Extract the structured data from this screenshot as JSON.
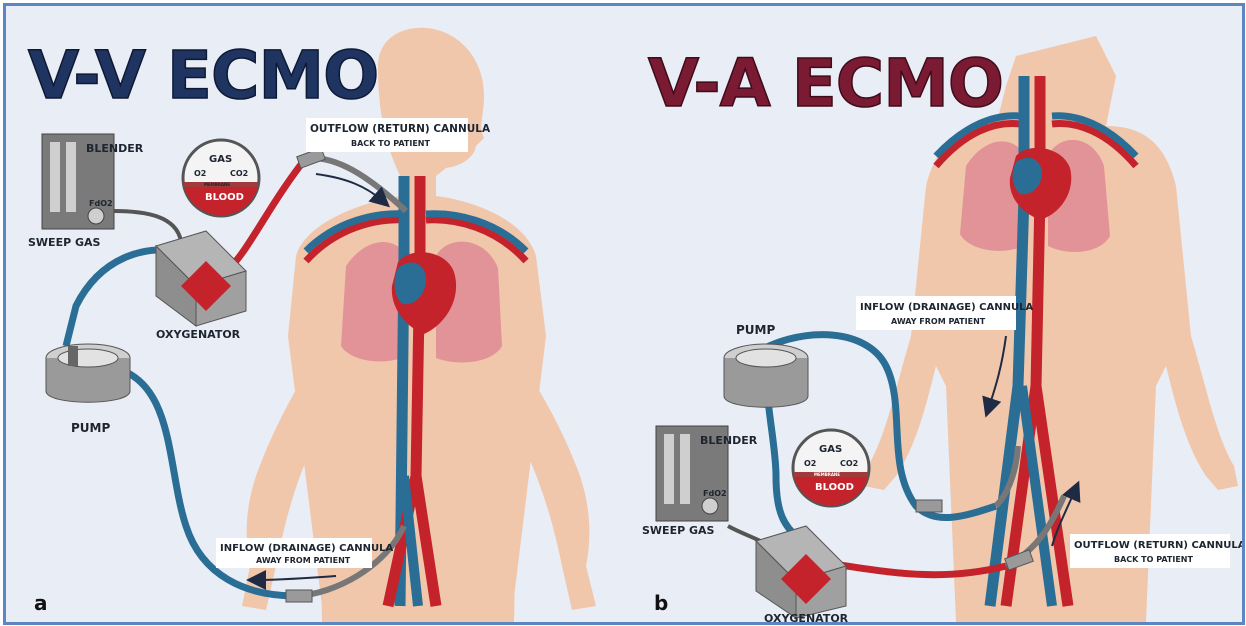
{
  "panel_a": {
    "title": "V-V ECMO",
    "tag": "a",
    "outflow_label": "OUTFLOW (RETURN) CANNULA",
    "outflow_sub": "BACK TO PATIENT",
    "inflow_label": "INFLOW (DRAINAGE) CANNULA",
    "inflow_sub": "AWAY FROM PATIENT",
    "blender": "BLENDER",
    "sweep_gas": "SWEEP GAS",
    "fio2": "FdO2",
    "oxygenator": "OXYGENATOR",
    "pump": "PUMP",
    "gas": "GAS",
    "o2": "O2",
    "co2": "CO2",
    "blood": "BLOOD",
    "membrane": "MEMBRANE"
  },
  "panel_b": {
    "title": "V-A ECMO",
    "tag": "b",
    "inflow_label": "INFLOW (DRAINAGE) CANNULA",
    "inflow_sub": "AWAY FROM PATIENT",
    "outflow_label": "OUTFLOW (RETURN) CANNULA",
    "outflow_sub": "BACK TO PATIENT",
    "pump": "PUMP",
    "blender": "BLENDER",
    "sweep_gas": "SWEEP GAS",
    "fio2": "FdO2",
    "oxygenator": "OXYGENATOR",
    "gas": "GAS",
    "o2": "O2",
    "co2": "CO2",
    "blood": "BLOOD",
    "membrane": "MEMBRANE"
  },
  "colors": {
    "vv_title": "#1f3461",
    "va_title": "#7a1a33",
    "skin": "#f1c7ab",
    "artery": "#c4232b",
    "vein": "#2a6e96",
    "lung": "#e08d95"
  }
}
